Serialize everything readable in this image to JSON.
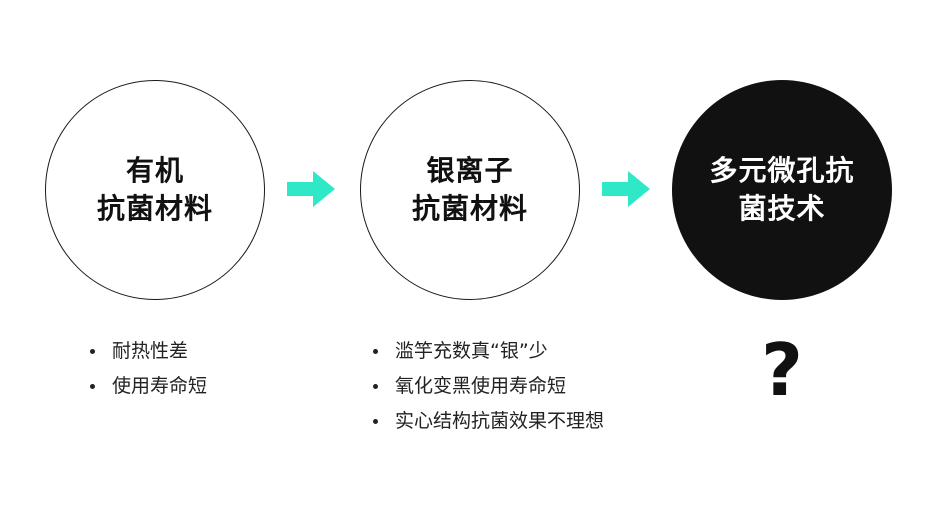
{
  "stages": [
    {
      "lines": [
        "有机",
        "抗菌材料"
      ]
    },
    {
      "lines": [
        "银离子",
        "抗菌材料"
      ]
    },
    {
      "lines": [
        "多元微孔抗",
        "菌技术"
      ]
    }
  ],
  "bullets_organic": [
    "耐热性差",
    "使用寿命短"
  ],
  "bullets_silver": [
    "滥竽充数真“银”少",
    "氧化变黑使用寿命短",
    "实心结构抗菌效果不理想"
  ],
  "question_mark": "?",
  "colors": {
    "arrow": "#2ee8c8",
    "circle_outline": "#1a1a1a",
    "circle_filled": "#111111",
    "text_dark": "#222222"
  },
  "icons": {
    "arrow": "arrow-right-icon"
  }
}
